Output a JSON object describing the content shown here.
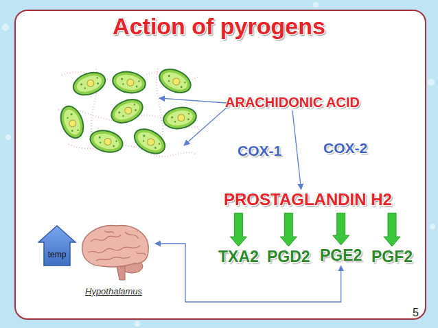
{
  "diagram": {
    "title": "Action of pyrogens",
    "nodes": [
      {
        "text": [
          "ARACHIDONIC ACID"
        ]
      },
      {
        "text": [
          "PROSTAGLANDIN H2"
        ]
      },
      {
        "text": [
          "temp"
        ]
      },
      {
        "text": [
          "Hypothalamus"
        ]
      },
      {
        "text": [
          "TXA2"
        ]
      },
      {
        "text": [
          "PGD2"
        ]
      },
      {
        "text": [
          "PGE2"
        ]
      },
      {
        "text": [
          "PGF2"
        ]
      }
    ],
    "edges": [
      {
        "from": 0,
        "to": 1,
        "arrow": "to"
      },
      {
        "from": 1,
        "to": 4,
        "arrow": "to"
      },
      {
        "from": 1,
        "to": 5,
        "arrow": "to"
      },
      {
        "from": 1,
        "to": 6,
        "arrow": "to"
      },
      {
        "from": 1,
        "to": 7,
        "arrow": "to"
      },
      {
        "from": 6,
        "to": 3,
        "arrow": "both"
      }
    ],
    "labels": [
      "COX-1",
      "COX-2",
      "5"
    ]
  }
}
